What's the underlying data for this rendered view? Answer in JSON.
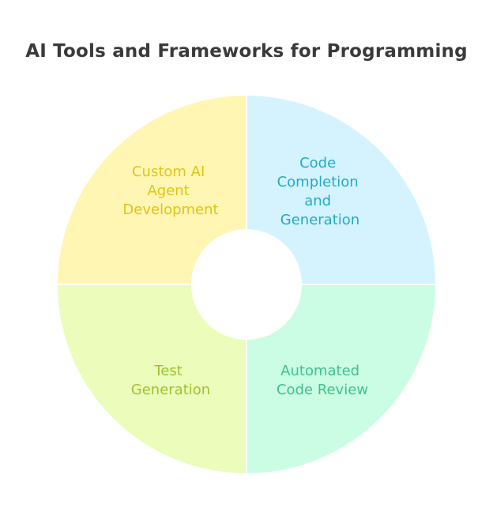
{
  "title": "AI Tools and Frameworks for Programming",
  "segments": [
    {
      "id": "code-completion",
      "lines": [
        "Code",
        "Completion",
        "and",
        "Generation"
      ],
      "fill": "#d4f3ff",
      "text_color": "#22aac9"
    },
    {
      "id": "automated-code-review",
      "lines": [
        "Automated",
        "Code Review"
      ],
      "fill": "#cbfce4",
      "text_color": "#3cc489"
    },
    {
      "id": "test-generation",
      "lines": [
        "Test",
        "Generation"
      ],
      "fill": "#ecfcba",
      "text_color": "#9cc22e"
    },
    {
      "id": "custom-ai-agent",
      "lines": [
        "Custom AI",
        "Agent",
        "Development"
      ],
      "fill": "#fff6b4",
      "text_color": "#e0c414"
    }
  ],
  "colors": {
    "title": "#3a3a3a",
    "divider": "#ffffff",
    "background": "#ffffff"
  }
}
